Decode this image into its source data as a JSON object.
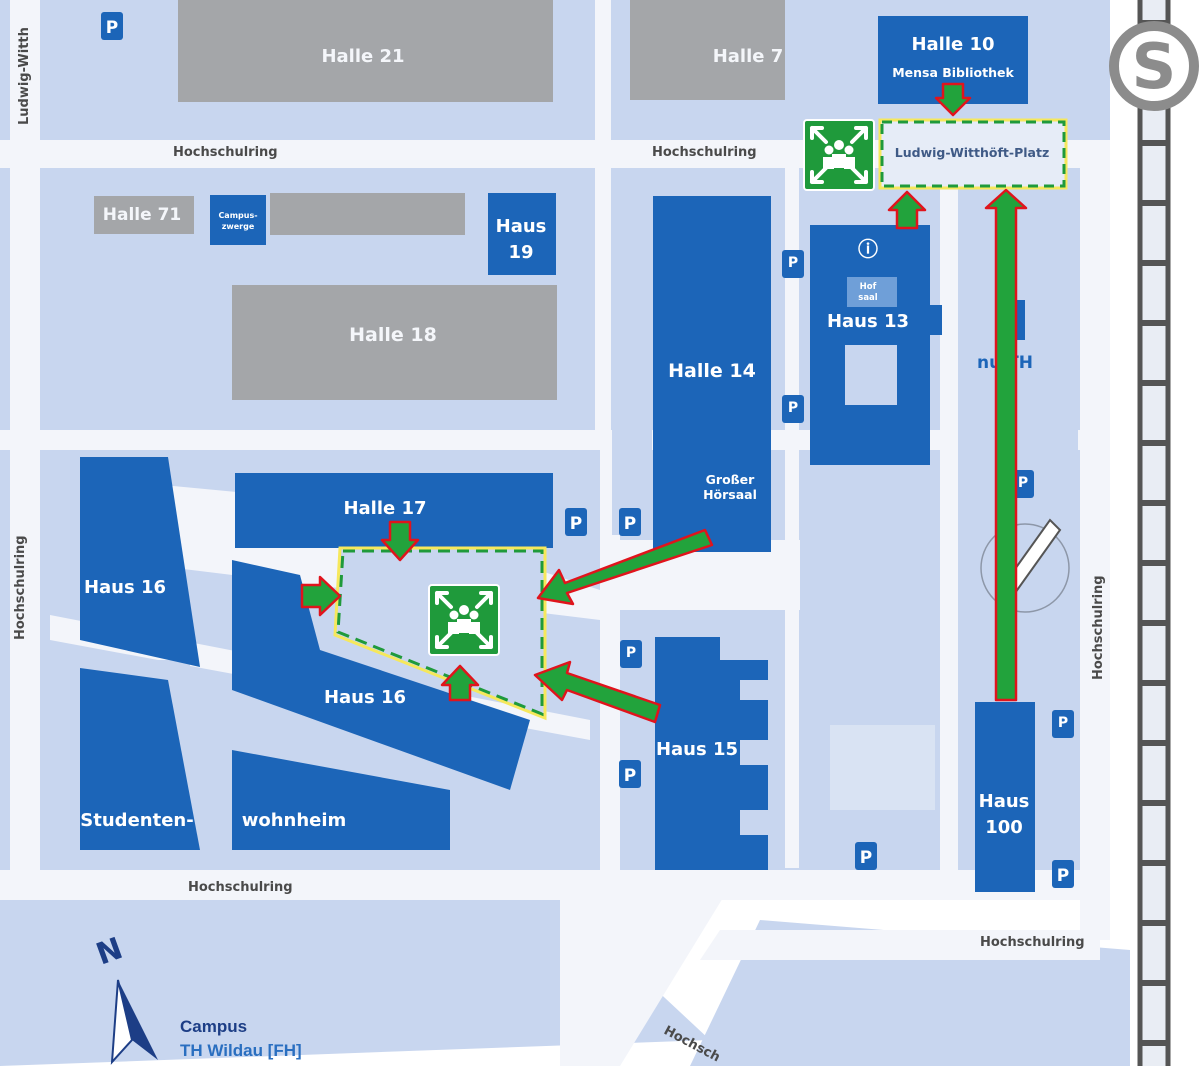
{
  "colors": {
    "background": "#ffffff",
    "block": "#c8d6ef",
    "street": "#f3f5fa",
    "building": "#1c65b8",
    "hall_gray": "#a4a6a9",
    "assembly_green": "#1f9a3b",
    "arrow_fill": "#22a33c",
    "arrow_outline": "#e0141c",
    "zone_border": "#1f9a3b",
    "zone_outline": "#f6e85c"
  },
  "buildings": {
    "halle21": "Halle 21",
    "halle7": "Halle 7",
    "halle10_line1": "Halle 10",
    "halle10_line2": "Mensa Bibliothek",
    "halle71": "Halle 71",
    "campuszwerge_line1": "Campus-",
    "campuszwerge_line2": "zwerge",
    "haus19_line1": "Haus",
    "haus19_line2": "19",
    "halle18": "Halle 18",
    "halle14": "Halle 14",
    "hoersaal_line1": "Großer",
    "hoersaal_line2": "Hörsaal",
    "haus13": "Haus 13",
    "hofsaal_line1": "Hof",
    "hofsaal_line2": "saal",
    "nuth": "nu TH",
    "halle17": "Halle 17",
    "haus16_west": "Haus 16",
    "haus16_south": "Haus 16",
    "haus15": "Haus 15",
    "studenten": "Studenten-",
    "wohnheim": "wohnheim",
    "haus100_line1": "Haus",
    "haus100_line2": "100"
  },
  "streets": {
    "ludwig_witthoeft": "Ludwig-Witth",
    "hochschulring_north_west": "Hochschulring",
    "hochschulring_north_mid": "Hochschulring",
    "hochschulring_west": "Hochschulring",
    "hochschulring_east": "Hochschulring",
    "hochschulring_south": "Hochschulring",
    "hochschulring_southeast": "Hochschulring",
    "hochschulring_bottom": "Hochsch"
  },
  "plaza_label": "Ludwig-Witthöft-Platz",
  "info_symbol": "ⓘ",
  "parking_label": "P",
  "station_symbol": "S",
  "compass_label": "N",
  "campus": {
    "line1": "Campus",
    "line2": "TH Wildau [FH]"
  },
  "icons": {
    "assembly_point": "assembly-point-icon",
    "parking": "parking-icon",
    "bicycle": "bicycle-icon",
    "info": "info-icon",
    "station": "s-bahn-icon",
    "compass": "north-arrow-icon"
  }
}
